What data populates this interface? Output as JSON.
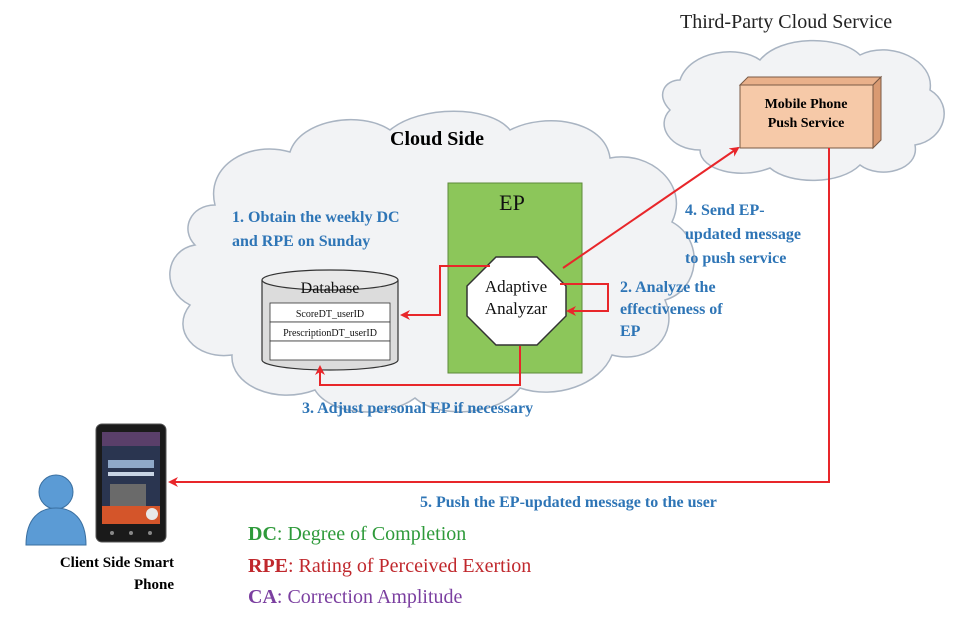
{
  "third_party_label": "Third-Party Cloud Service",
  "push_service": {
    "line1": "Mobile Phone",
    "line2": "Push Service"
  },
  "cloud_side_label": "Cloud Side",
  "ep_label": "EP",
  "analyzer": {
    "line1": "Adaptive",
    "line2": "Analyzar"
  },
  "database": {
    "title": "Database",
    "rows": [
      "ScoreDT_userID",
      "PrescriptionDT_userID",
      ""
    ]
  },
  "steps": {
    "step1": [
      "1. Obtain the weekly DC",
      "and RPE on Sunday"
    ],
    "step2": [
      "2. Analyze the",
      "effectiveness of",
      "EP"
    ],
    "step3": "3. Adjust personal EP if necessary",
    "step4": [
      "4. Send EP-",
      "updated message",
      "to push service"
    ],
    "step5": "5. Push the EP-updated message to the user"
  },
  "client_label": [
    "Client Side Smart",
    "Phone"
  ],
  "legend": [
    {
      "abbr": "DC",
      "text": ": Degree of Completion",
      "color": "#2e9a3a"
    },
    {
      "abbr": "RPE",
      "text": ": Rating of Perceived Exertion",
      "color": "#c0282d"
    },
    {
      "abbr": "CA",
      "text": ": Correction Amplitude",
      "color": "#7b3fa0"
    }
  ],
  "colors": {
    "arrow": "#e8262a",
    "ep_box": "#8cc65a",
    "push_box": "#f6c9a8",
    "step_text": "#2e75b6",
    "cloud_fill": "#f2f3f5",
    "cloud_stroke": "#a9b4c2"
  }
}
